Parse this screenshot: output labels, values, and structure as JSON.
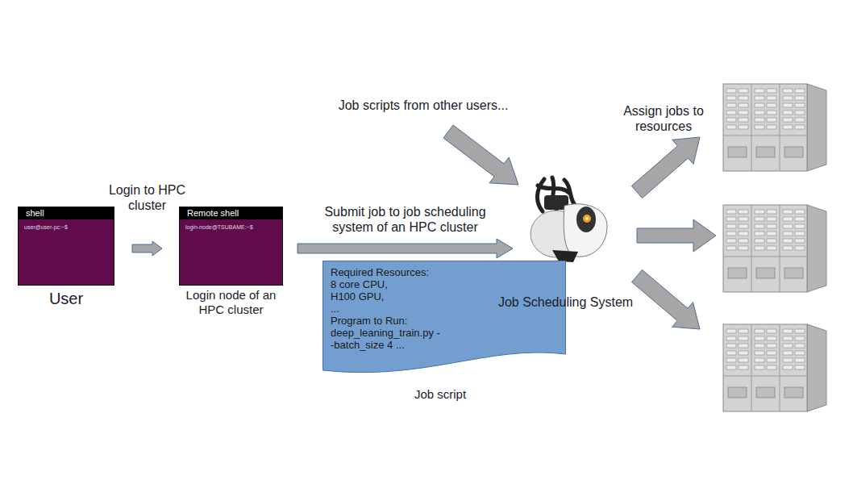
{
  "diagram": {
    "nodes": [
      {
        "text": [
          "shell",
          "user@user-pc:~$",
          "User"
        ]
      },
      {
        "text": [
          "Remote shell",
          "login-node@TSUBAME:~$",
          "Login node of an HPC cluster"
        ]
      },
      {
        "text": [
          "Required Resources:",
          "8 core CPU, H100 GPU, ...",
          "Program to Run:",
          "deep_leaning_train.py --batch_size 4 ...",
          "Job script"
        ]
      },
      {
        "text": [
          "Job Scheduling System"
        ]
      }
    ],
    "edges": [
      {
        "from": 0,
        "to": 1,
        "arrow": "to",
        "label": "Login to HPC cluster"
      },
      {
        "from": 1,
        "to": 3,
        "arrow": "to",
        "label": "Submit job to job scheduling system of an HPC cluster"
      }
    ],
    "labels": [
      "Job scripts from other users...",
      "Assign jobs to resources"
    ]
  }
}
